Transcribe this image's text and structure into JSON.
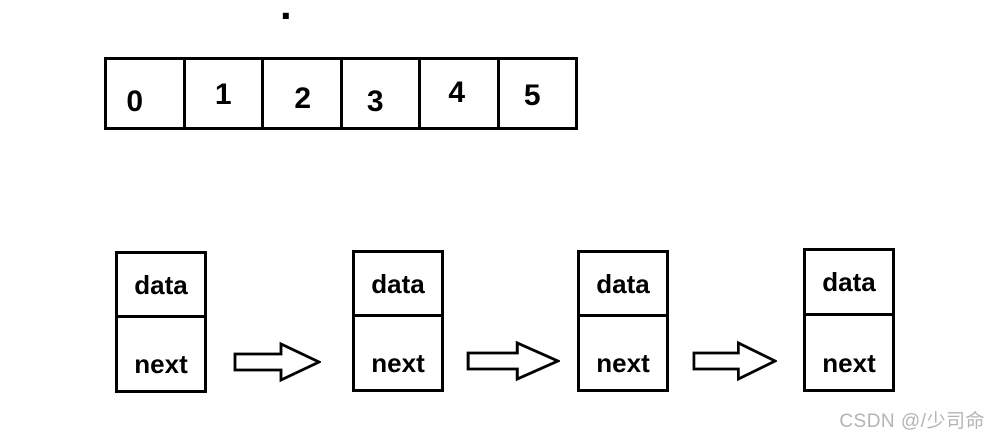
{
  "page": {
    "background": "#ffffff",
    "ink_color": "#000000",
    "description": "Array vs singly linked list diagram"
  },
  "caption_dot": ".",
  "array": {
    "cells": [
      "0",
      "1",
      "2",
      "3",
      "4",
      "5"
    ]
  },
  "linked_list": {
    "nodes": [
      {
        "data": "data",
        "next": "next"
      },
      {
        "data": "data",
        "next": "next"
      },
      {
        "data": "data",
        "next": "next"
      },
      {
        "data": "data",
        "next": "next"
      }
    ],
    "arrow_icon": "block-arrow-right"
  },
  "watermark": {
    "text": "CSDN @/少司命",
    "color": "#b4b4b4"
  }
}
